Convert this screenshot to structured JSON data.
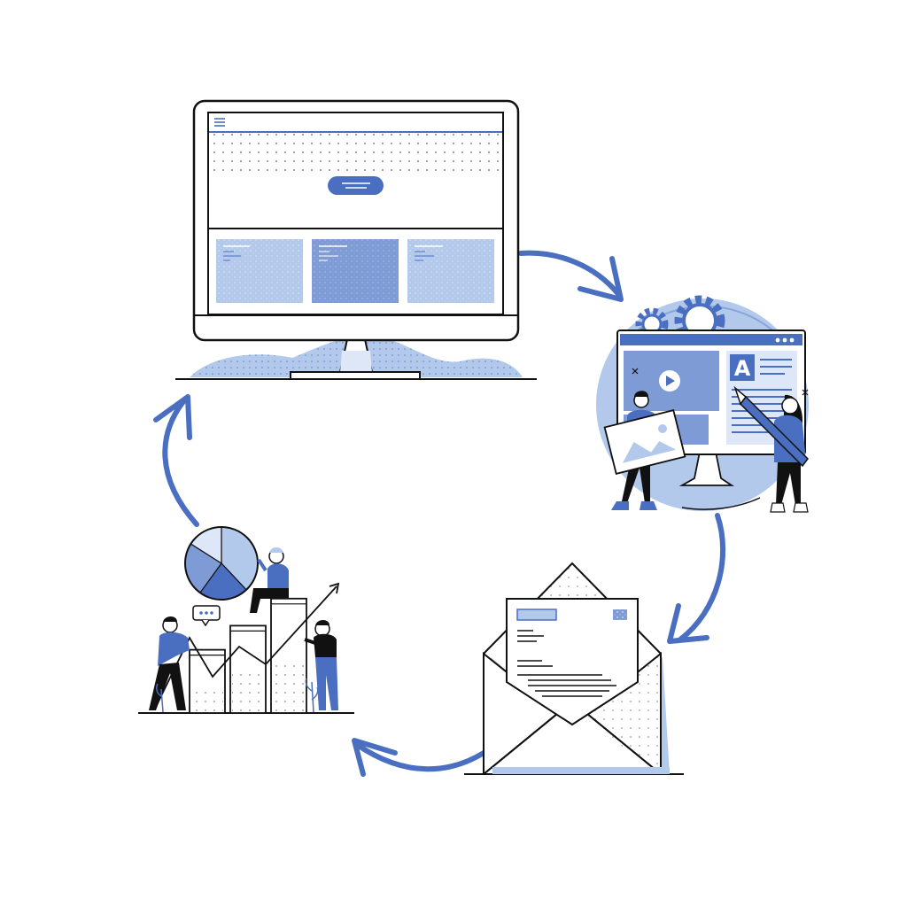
{
  "colors": {
    "background": "#ffffff",
    "primary": "#4a6fc0",
    "primary_light": "#b3c9ec",
    "primary_mid": "#7f9bd6",
    "primary_pale": "#dde7f7",
    "ink": "#111111"
  },
  "cycle": {
    "steps": [
      {
        "id": "website",
        "icon": "desktop-website-icon"
      },
      {
        "id": "content",
        "icon": "content-creation-icon"
      },
      {
        "id": "email",
        "icon": "email-marketing-icon"
      },
      {
        "id": "analytics",
        "icon": "growth-analytics-icon"
      }
    ],
    "arrows": [
      {
        "from": "website",
        "to": "content",
        "icon": "curved-arrow-icon"
      },
      {
        "from": "content",
        "to": "email",
        "icon": "curved-arrow-icon"
      },
      {
        "from": "email",
        "to": "analytics",
        "icon": "curved-arrow-icon"
      },
      {
        "from": "analytics",
        "to": "website",
        "icon": "curved-arrow-icon"
      }
    ]
  },
  "website": {
    "menu_icon": "hamburger-menu-icon",
    "cta_icon": "cta-button-icon",
    "cards": [
      {
        "icon": "content-card-icon",
        "tone": "light"
      },
      {
        "icon": "content-card-icon",
        "tone": "mid"
      },
      {
        "icon": "content-card-icon",
        "tone": "light"
      }
    ]
  },
  "content": {
    "editor_letter": "A",
    "icons": [
      "gear-icon",
      "play-icon",
      "image-icon",
      "pencil-icon",
      "window-dots-icon"
    ]
  },
  "email": {
    "icons": [
      "envelope-icon",
      "letter-icon",
      "stamp-icon"
    ]
  },
  "analytics": {
    "icons": [
      "pie-chart-icon",
      "bar-chart-icon",
      "trend-arrow-icon",
      "chat-bubble-icon"
    ],
    "bars": [
      0.42,
      0.58,
      0.76
    ],
    "pie_slices": [
      0.38,
      0.22,
      0.24,
      0.16
    ]
  }
}
